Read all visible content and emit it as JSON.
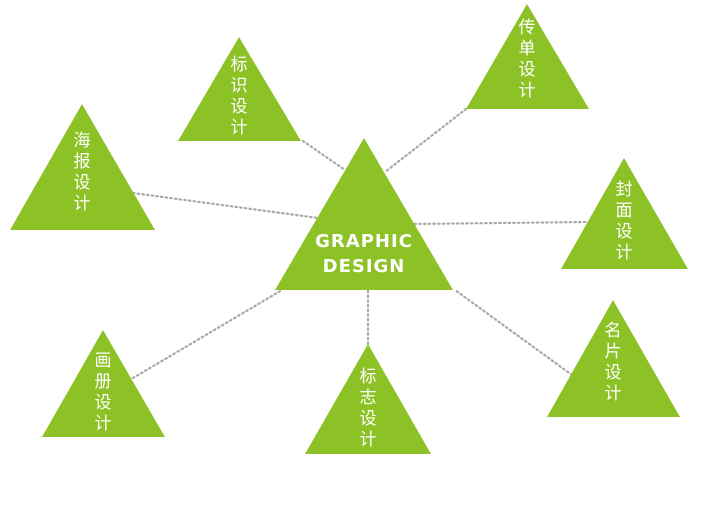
{
  "colors": {
    "triangle_fill": "#8dc226",
    "connector": "#a8a8a8",
    "label": "#ffffff"
  },
  "center": {
    "label_lines": [
      "GRAPHIC",
      "DESIGN"
    ]
  },
  "nodes": [
    {
      "id": "logo",
      "label": "标识设计"
    },
    {
      "id": "flyer",
      "label": "传单设计"
    },
    {
      "id": "poster",
      "label": "海报设计"
    },
    {
      "id": "cover",
      "label": "封面设计"
    },
    {
      "id": "brochure",
      "label": "画册设计"
    },
    {
      "id": "sign",
      "label": "标志设计"
    },
    {
      "id": "card",
      "label": "名片设计"
    }
  ]
}
